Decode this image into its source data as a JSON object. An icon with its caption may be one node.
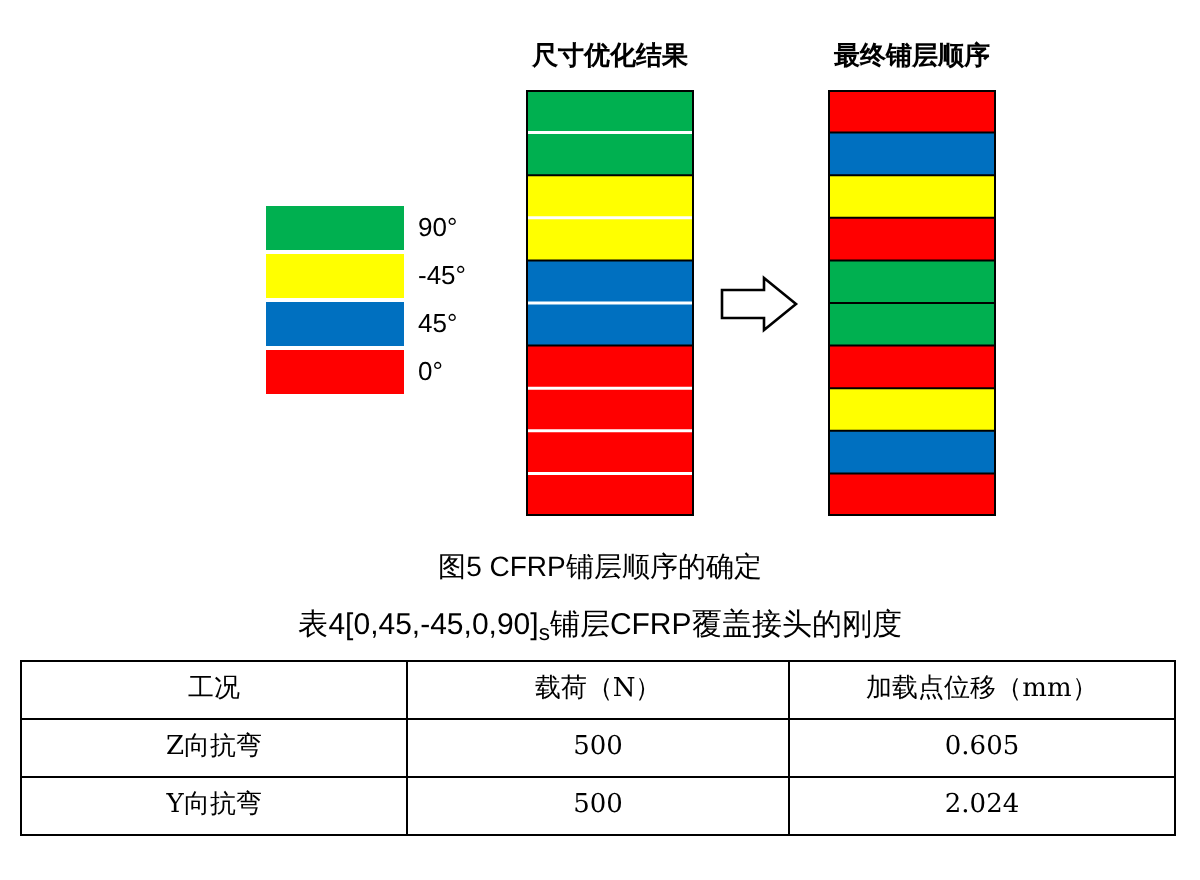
{
  "diagram": {
    "caption": "图5 CFRP铺层顺序的确定",
    "nodes": [
      {
        "text": [
          "尺寸优化结果"
        ]
      },
      {
        "text": [
          "最终铺层顺序"
        ]
      }
    ],
    "edges": [
      {
        "from": 0,
        "to": 1,
        "arrow": "to"
      }
    ],
    "labels": [
      "表4[0,45,-45,0,90]$_{s}$铺层CFRP覆盖接头的刚度",
      "工况",
      "载荷（N）",
      "加载点位移（mm）",
      "Z向抗弯",
      "500",
      "0.605",
      "Y向抗弯",
      "500",
      "2.024"
    ],
    "legend": [
      {
        "text": "90°",
        "color": "#00b050"
      },
      {
        "text": "-45°",
        "color": "#ffff00"
      },
      {
        "text": "45°",
        "color": "#0070c0"
      },
      {
        "text": "0°",
        "color": "#ff0000"
      }
    ]
  }
}
